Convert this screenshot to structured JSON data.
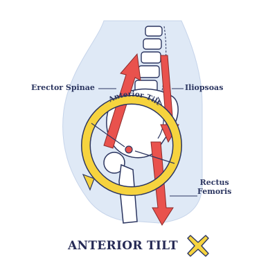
{
  "labels": {
    "erector_spinae": "Erector Spinae",
    "iliopsoas": "Iliopsoas",
    "rectus_line1": "Rectus",
    "rectus_line2": "Femoris",
    "ring_text": "Anterior Tilt"
  },
  "title": "ANTERIOR TILT",
  "colors": {
    "body": "#dfe9f6",
    "outline": "#2b3560",
    "muscle": "#e9524d",
    "ring": "#f6d33e",
    "x_mark": "#f6d33e"
  },
  "icons": {
    "status": "x-mark-icon"
  }
}
